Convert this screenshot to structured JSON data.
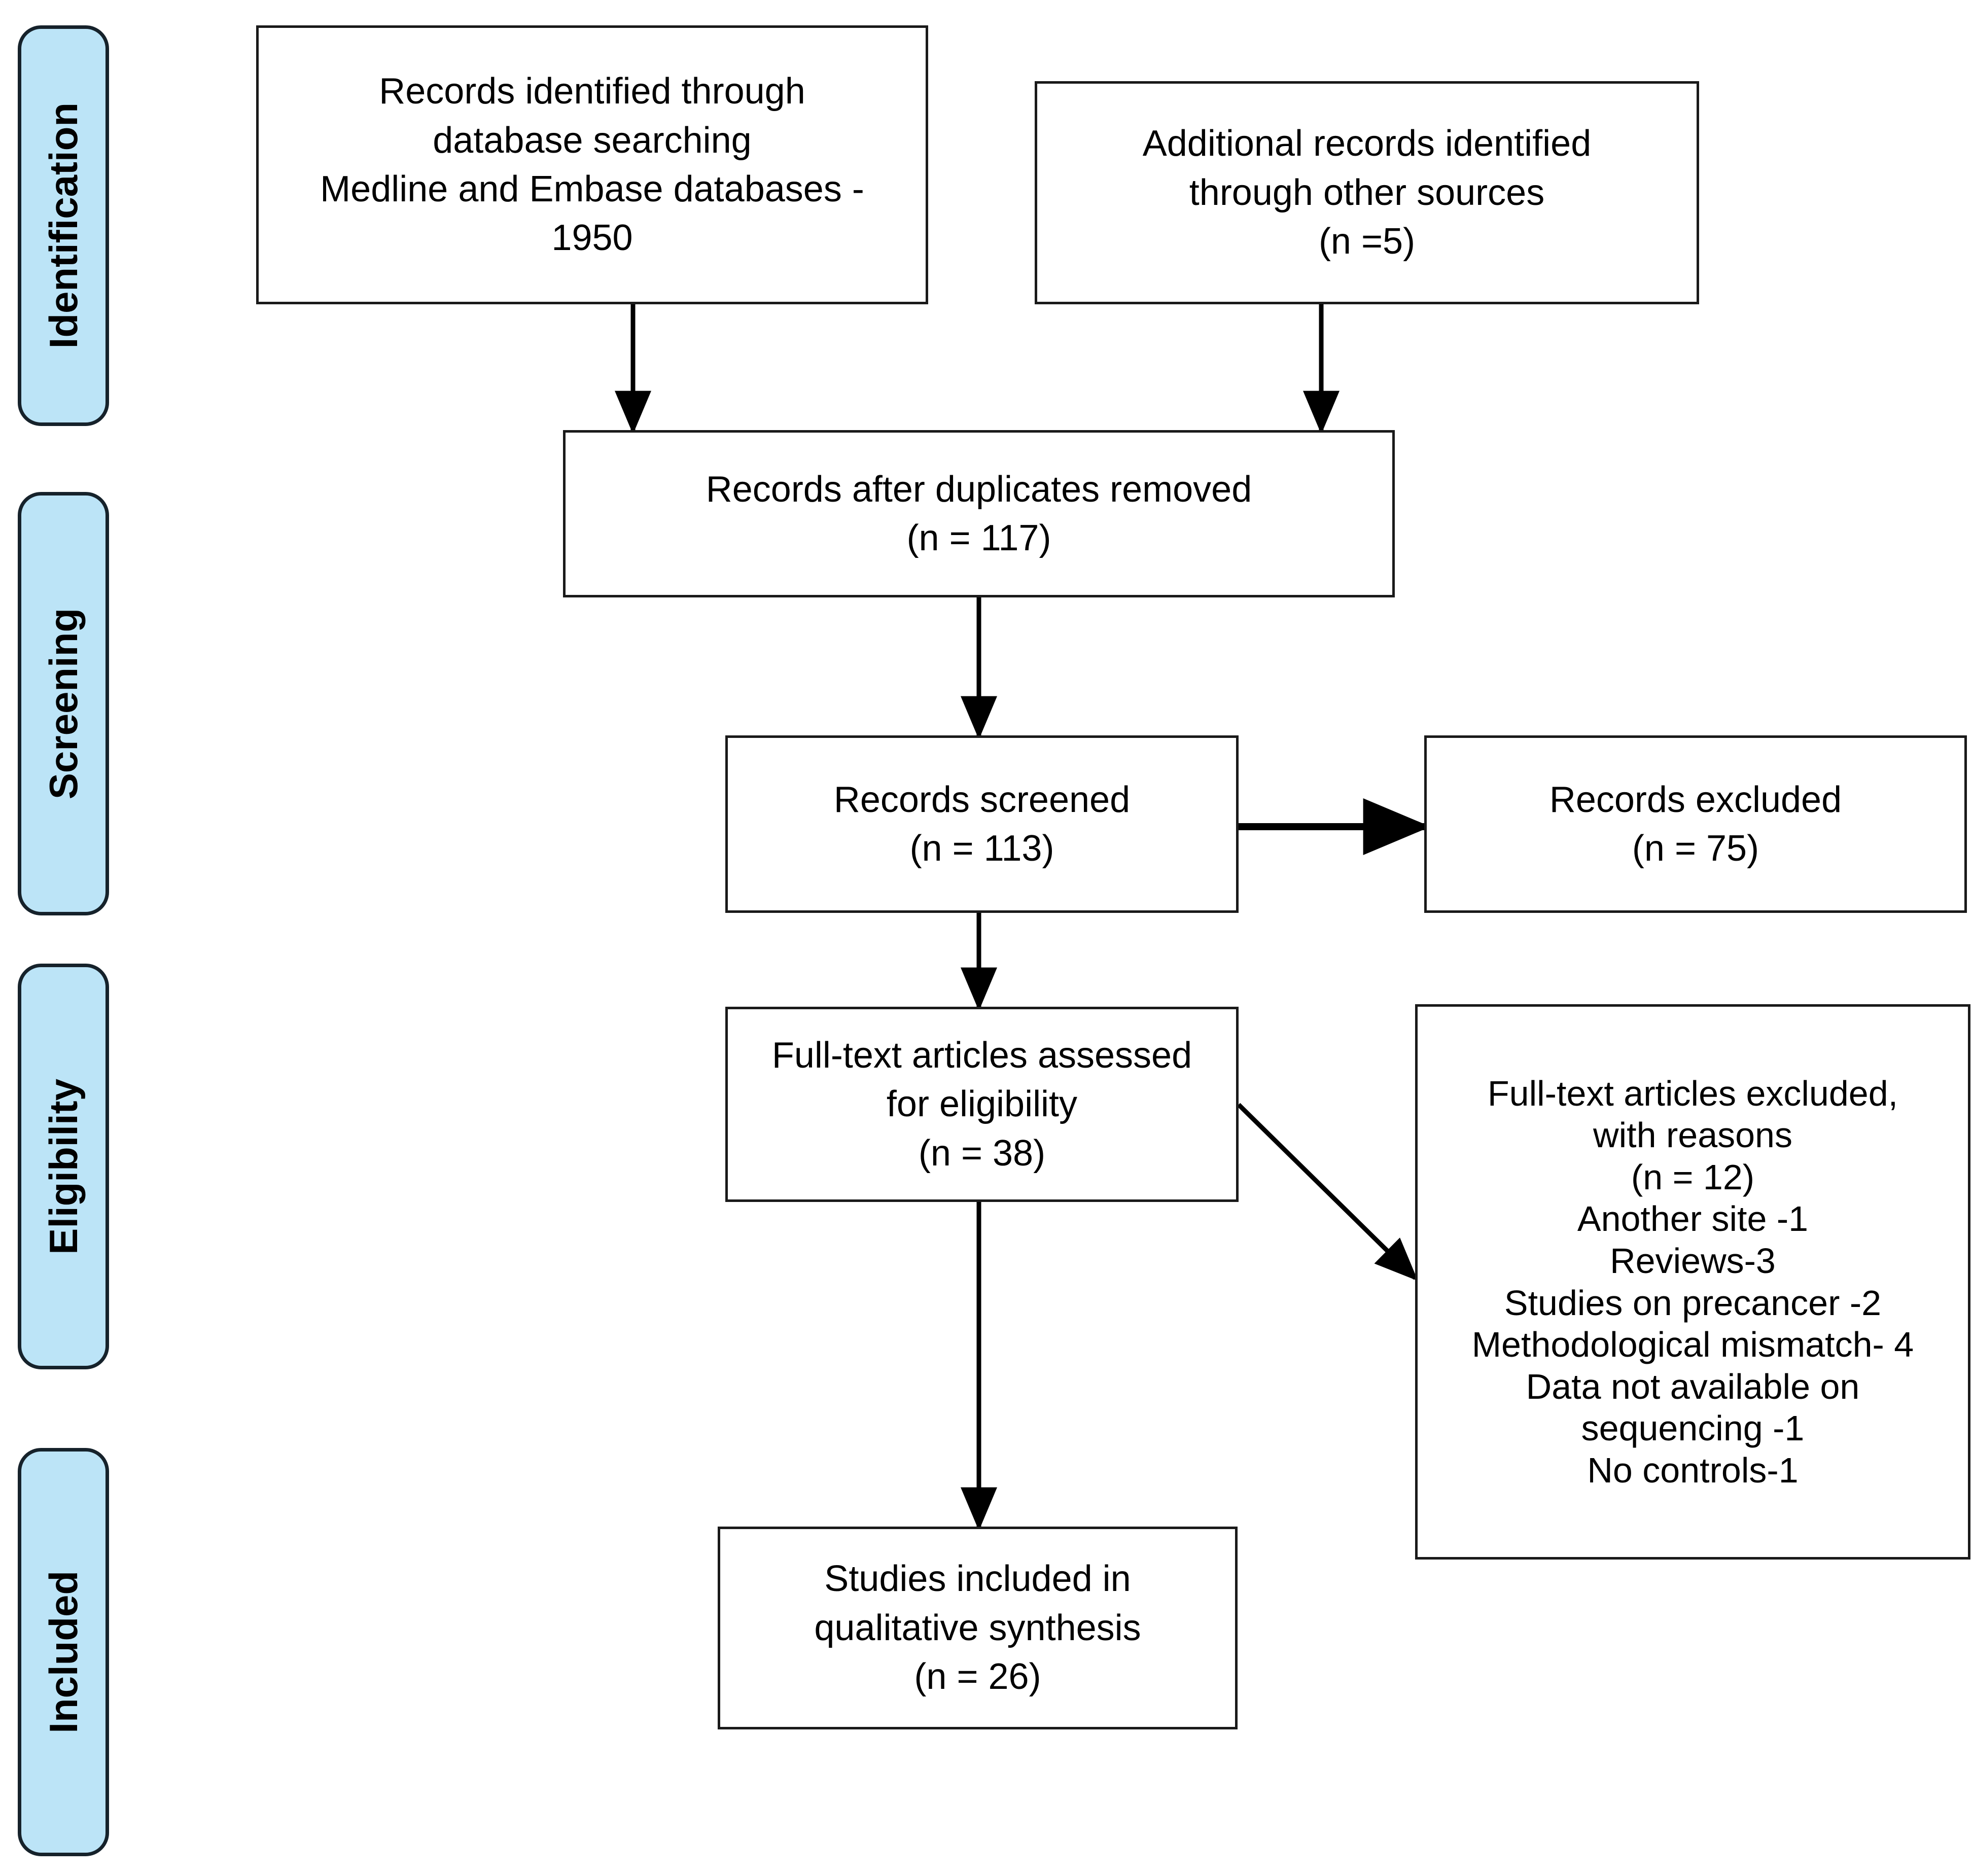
{
  "diagram": {
    "type": "prisma-flow-diagram",
    "colors": {
      "stage_tab_fill": "#bce4f7",
      "stage_tab_border": "#16222b",
      "box_border": "#1a1a1a",
      "box_fill": "#ffffff",
      "text": "#000000",
      "background": "#ffffff"
    }
  },
  "stages": [
    {
      "label": "Identification"
    },
    {
      "label": "Screening"
    },
    {
      "label": "Eligibility"
    },
    {
      "label": "Included"
    }
  ],
  "boxes": {
    "records_identified": {
      "lines": [
        "Records identified through",
        "database searching",
        "Medline and Embase databases -",
        "1950"
      ]
    },
    "additional_records": {
      "lines": [
        "Additional records identified",
        "through other sources",
        "(n =5)"
      ]
    },
    "duplicates_removed": {
      "lines": [
        "Records after duplicates removed",
        "(n = 117)"
      ]
    },
    "records_screened": {
      "lines": [
        "Records screened",
        "(n = 113)"
      ]
    },
    "records_excluded": {
      "lines": [
        "Records excluded",
        "(n = 75)"
      ]
    },
    "fulltext_assessed": {
      "lines": [
        "Full-text articles assessed",
        "for eligibility",
        "(n = 38)"
      ]
    },
    "fulltext_excluded": {
      "lines": [
        "Full-text articles excluded,",
        "with reasons",
        "(n = 12)",
        "Another site -1",
        "Reviews-3",
        "Studies on precancer -2",
        "Methodological mismatch- 4",
        "Data not available on",
        "sequencing -1",
        "No controls-1"
      ]
    },
    "studies_included": {
      "lines": [
        "Studies included in",
        "qualitative synthesis",
        "(n = 26)"
      ]
    }
  }
}
